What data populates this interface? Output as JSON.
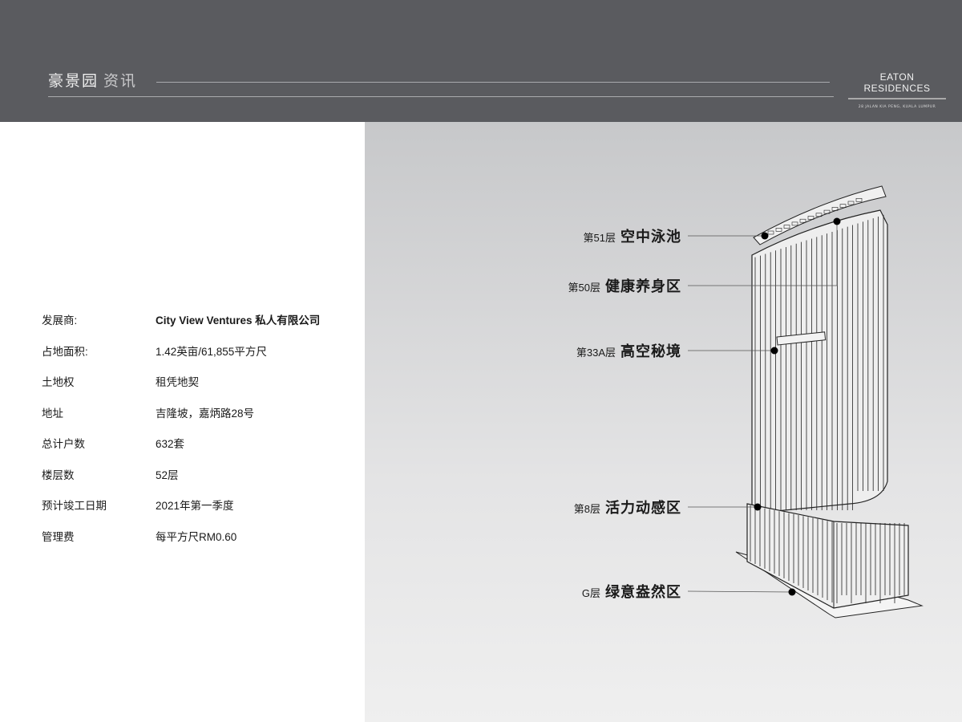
{
  "header": {
    "brand": "豪景园",
    "section": "资讯",
    "logo_title": "EATON RESIDENCES",
    "logo_subtitle": "28 JALAN KIA PENG, KUALA LUMPUR"
  },
  "details": [
    {
      "label": "发展商:",
      "value": "City View Ventures 私人有限公司"
    },
    {
      "label": "占地面积:",
      "value": "1.42英亩/61,855平方尺"
    },
    {
      "label": "土地权",
      "value": "租凭地契"
    },
    {
      "label": "地址",
      "value": "吉隆坡，嘉炳路28号"
    },
    {
      "label": "总计户数",
      "value": "632套"
    },
    {
      "label": "楼层数",
      "value": "52层"
    },
    {
      "label": "预计竣工日期",
      "value": "2021年第一季度"
    },
    {
      "label": "管理费",
      "value": "每平方尺RM0.60"
    }
  ],
  "floors": [
    {
      "floor": "第51层",
      "name": "空中泳池"
    },
    {
      "floor": "第50层",
      "name": "健康养身区"
    },
    {
      "floor": "第33A层",
      "name": "高空秘境"
    },
    {
      "floor": "第8层",
      "name": "活力动感区"
    },
    {
      "floor": "G层",
      "name": "绿意盎然区"
    }
  ],
  "colors": {
    "header": "#5a5b5f",
    "panel": "#d6d7d8"
  }
}
